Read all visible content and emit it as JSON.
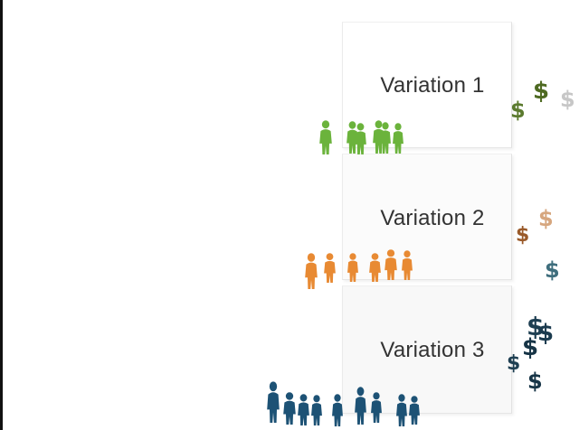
{
  "diagram": {
    "variations": [
      {
        "label": "Variation 1",
        "color": "#6bb33c",
        "dollar_colors": [
          "#5b7a2e",
          "#4e6a22",
          "#c7c7c7"
        ]
      },
      {
        "label": "Variation 2",
        "color": "#e88a33",
        "dollar_colors": [
          "#9a5a2a",
          "#d6a67e",
          "#3f6e7d"
        ]
      },
      {
        "label": "Variation 3",
        "color": "#1d5275",
        "dollar_colors": [
          "#1e3f52",
          "#163446",
          "#1a3a4e"
        ]
      }
    ],
    "dollar_symbol": "$",
    "icon": "person-icon"
  }
}
